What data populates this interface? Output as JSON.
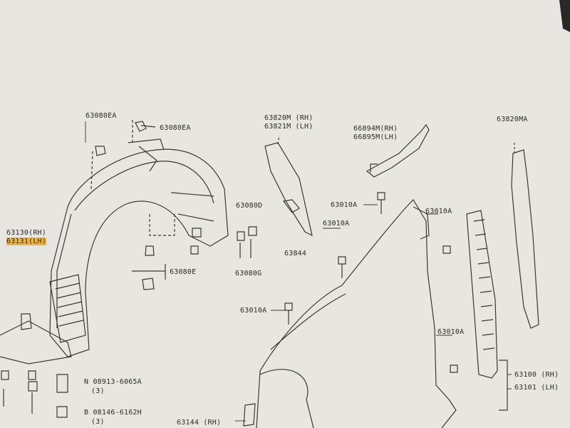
{
  "labels": {
    "p63080ea_top": "63080EA",
    "p63080ea_right": "63080EA",
    "p63820m_rh": "63820M (RH)",
    "p63821m_lh": "63821M (LH)",
    "p66894m_rh": "66894M(RH)",
    "p66895m_lh": "66895M(LH)",
    "p63820ma": "63820MA",
    "p63130_rh": "63130(RH)",
    "p63131_lh": "63131(LH)",
    "p63080d": "63080D",
    "p63080g": "63080G",
    "p63080e": "63080E",
    "p63844": "63844",
    "p63010a_1": "63010A",
    "p63010a_2": "63010A",
    "p63010a_3": "63010A",
    "p63010a_4": "63010A",
    "p63010a_5": "63010A",
    "p08913": "N 08913-6065A",
    "p08913_qty": "(3)",
    "p08146": "B 08146-6162H",
    "p08146_qty": "(3)",
    "p63100_rh": "63100 (RH)",
    "p63101_lh": "63101 (LH)",
    "p63144": "63144 (RH)"
  },
  "colors": {
    "paper": "#e8e6e1",
    "ink": "#2e2c2a",
    "highlight": "#f0b23a"
  }
}
